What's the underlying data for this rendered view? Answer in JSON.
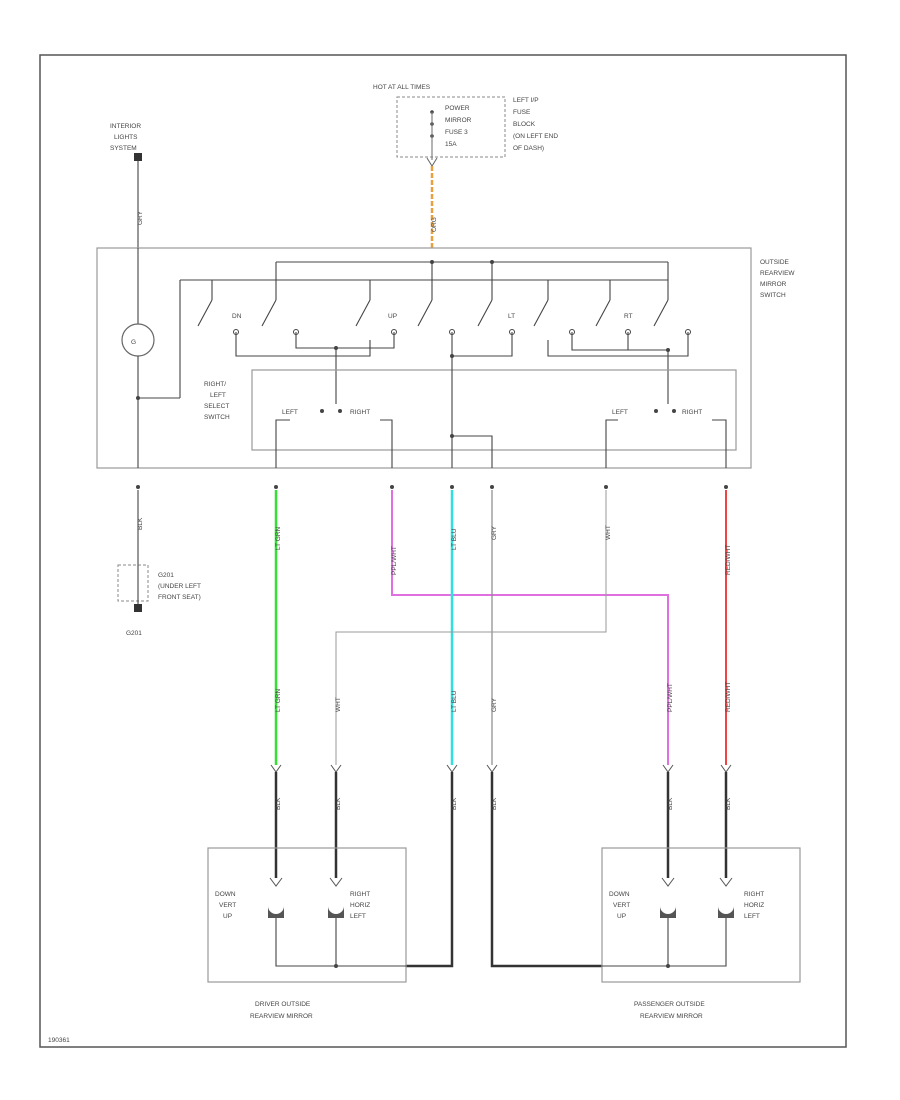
{
  "fuse_block": {
    "lines": [
      "HOT AT ALL TIMES",
      "POWER",
      "MIRROR",
      "FUSE 3",
      "15A"
    ],
    "location": [
      "LEFT I/P",
      "FUSE",
      "BLOCK",
      "(ON LEFT END",
      "OF DASH)"
    ]
  },
  "interior_light_switch": [
    "INTERIOR",
    "LIGHTS",
    "SYSTEM"
  ],
  "mirror_switch": [
    "OUTSIDE",
    "REARVIEW",
    "MIRROR",
    "SWITCH"
  ],
  "select_switch": [
    "RIGHT/",
    "LEFT",
    "SELECT",
    "SWITCH"
  ],
  "switch_positions": {
    "down": "DN",
    "up": "UP",
    "left": "LT",
    "right": "RT"
  },
  "select_labels": {
    "left": "LEFT",
    "right": "RIGHT"
  },
  "ground_connector": [
    "G201",
    "(UNDER LEFT",
    "FRONT SEAT)"
  ],
  "ground_label": "G201",
  "wires": {
    "feed": "ORG",
    "illum": "GRY",
    "ground": "BLK",
    "lt_grn": "LT GRN",
    "ppl_wht": "PPL/WHT",
    "lt_blu": "LT BLU",
    "gry": "GRY",
    "wht": "WHT",
    "red_wht": "RED/WHT",
    "blk": "BLK"
  },
  "motor_labels": {
    "up_down": [
      "DOWN",
      "VERT",
      "UP"
    ],
    "left_right": [
      "RIGHT",
      "HORIZ",
      "LEFT"
    ]
  },
  "mirrors": {
    "driver": [
      "DRIVER OUTSIDE",
      "REARVIEW MIRROR"
    ],
    "passenger": [
      "PASSENGER OUTSIDE",
      "REARVIEW MIRROR"
    ]
  },
  "figure_id": "190361",
  "colors": {
    "feed_wire": "#e8a040",
    "lt_grn_wire": "#33e033",
    "ppl_wht_wire": "#e070e0",
    "lt_blu_wire": "#30e0e0",
    "red_wht_wire": "#ee4444",
    "blk_wire": "#333333",
    "plain_wire": "#888888"
  }
}
